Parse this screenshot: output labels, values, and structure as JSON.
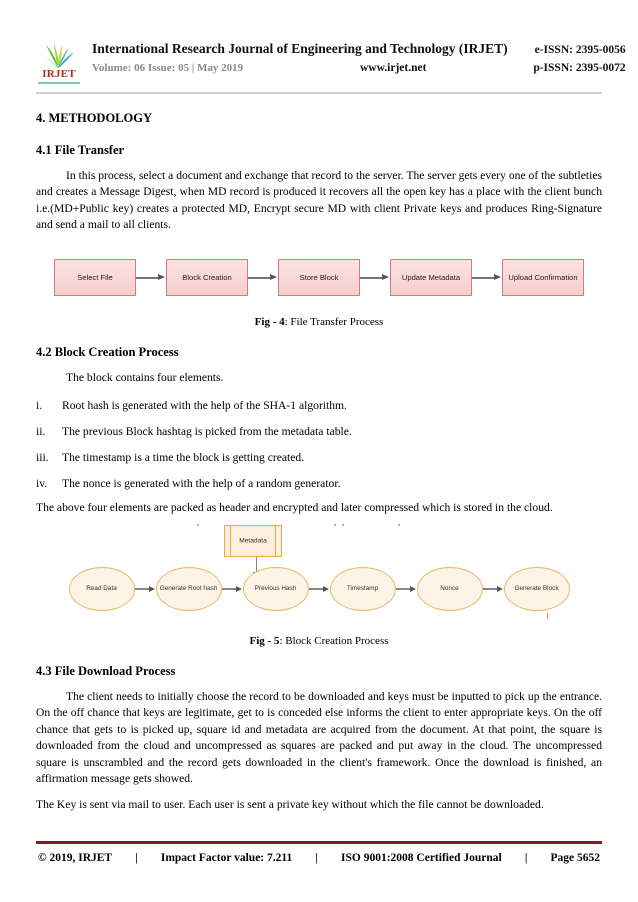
{
  "header": {
    "logo_text": "IRJET",
    "journal_title": "International Research Journal of Engineering and Technology (IRJET)",
    "volume_line": "Volume: 06 Issue: 05 | May 2019",
    "website": "www.irjet.net",
    "e_issn": "e-ISSN: 2395-0056",
    "p_issn": "p-ISSN: 2395-0072",
    "accent_color": "#b02a20",
    "rule_color": "#cfcfcf"
  },
  "body": {
    "section_4": "4. METHODOLOGY",
    "section_4_1": "4.1 File Transfer",
    "para_4_1": "In this process, select a document and exchange that record to the server. The server gets every one of the subtleties and creates a Message Digest, when MD record is produced it recovers all the open key has a place with the client bunch i.e.(MD+Public key) creates a protected MD, Encrypt secure MD with client Private keys and produces Ring-Signature and send a mail to all clients.",
    "section_4_2": "4.2 Block Creation Process",
    "para_4_2_intro": "The block contains four elements.",
    "list_4_2": [
      {
        "num": "i.",
        "text": "Root hash is generated with the help of the SHA-1 algorithm."
      },
      {
        "num": "ii.",
        "text": "The previous Block hashtag is picked from the metadata table."
      },
      {
        "num": "iii.",
        "text": "The timestamp is a time the block is getting created."
      },
      {
        "num": "iv.",
        "text": "The nonce is generated with the help of a random generator."
      }
    ],
    "para_4_2_after": "The above four elements are packed as header and encrypted and later compressed which is stored in the cloud.",
    "section_4_3": "4.3 File Download Process",
    "para_4_3_a": "The client needs to initially choose the record to be downloaded and keys must be inputted to pick up the entrance. On the off chance that keys are legitimate, get to is conceded else informs the client to enter appropriate keys. On the off chance that gets to is picked up, square id and metadata are acquired from the document. At that point, the square is downloaded from the cloud and uncompressed as squares are packed and put away in the cloud. The uncompressed square is unscrambled and the record gets downloaded in the client's framework. Once the download is finished, an affirmation message gets showed.",
    "para_4_3_b": "The Key is sent via mail to user. Each user is sent a private key without which the file cannot be downloaded."
  },
  "figure_4": {
    "caption_label": "Fig - 4",
    "caption_text": ": File Transfer Process",
    "box_fill": "#f8d9d7",
    "box_border": "#c8807e",
    "nodes": [
      "Select File",
      "Block Creation",
      "Store Block",
      "Update Metadata",
      "Upload Confirmation"
    ]
  },
  "figure_5": {
    "caption_label": "Fig - 5",
    "caption_text": ": Block Creation Process",
    "oval_fill": "#fdf3e6",
    "oval_border": "#e9b86a",
    "metadata_node": "Metadata",
    "nodes": [
      "Read Data",
      "Generate Root hash",
      "Previous Hash",
      "Timestamp",
      "Nonce",
      "Generate Block"
    ]
  },
  "footer": {
    "copyright": "© 2019, IRJET",
    "sep1": "|",
    "impact_factor": "Impact Factor value: 7.211",
    "sep2": "|",
    "certification": "ISO 9001:2008 Certified Journal",
    "sep3": "|",
    "page": "Page 5652",
    "rule_color": "#7a1f24"
  }
}
